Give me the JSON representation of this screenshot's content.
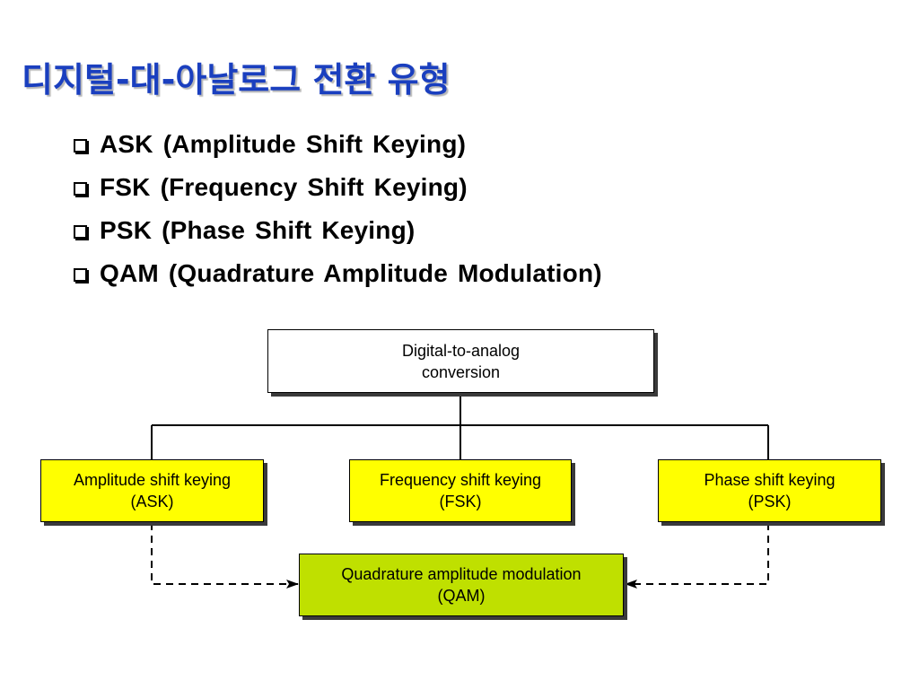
{
  "title": "디지털-대-아날로그 전환 유형",
  "bullets": [
    "ASK (Amplitude Shift Keying)",
    "FSK (Frequency Shift Keying)",
    "PSK (Phase Shift Keying)",
    "QAM (Quadrature Amplitude Modulation)"
  ],
  "diagram": {
    "root": {
      "line1": "Digital-to-analog",
      "line2": "conversion"
    },
    "ask": {
      "line1": "Amplitude shift keying",
      "line2": "(ASK)"
    },
    "fsk": {
      "line1": "Frequency shift keying",
      "line2": "(FSK)"
    },
    "psk": {
      "line1": "Phase shift keying",
      "line2": "(PSK)"
    },
    "qam": {
      "line1": "Quadrature amplitude modulation",
      "line2": "(QAM)"
    }
  },
  "colors": {
    "title": "#1a3fbf",
    "root_fill": "#ffffff",
    "method_fill": "#ffff00",
    "qam_fill": "#bfe000",
    "shadow": "#3a3a3a"
  }
}
